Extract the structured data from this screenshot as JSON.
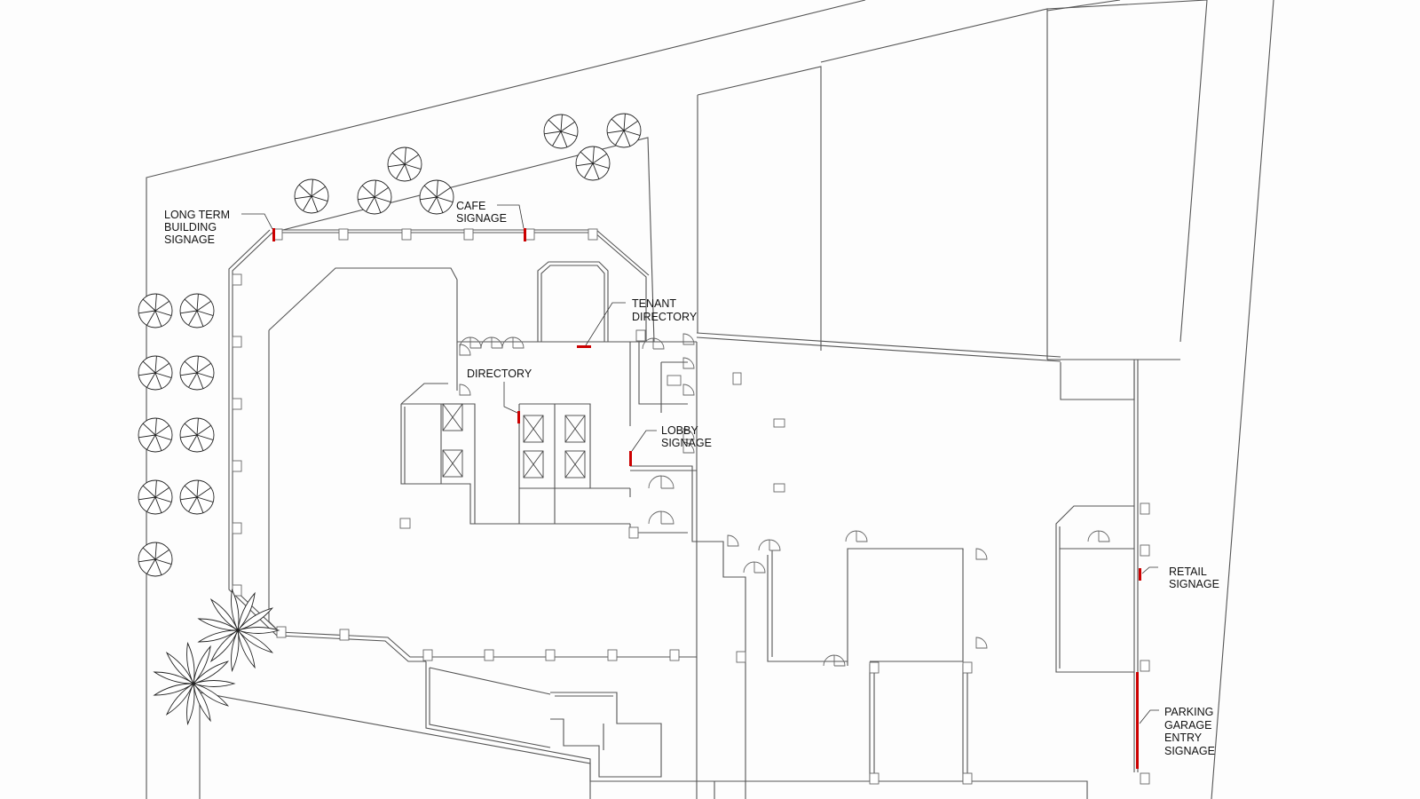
{
  "accent_color": "#cc0000",
  "icons": [
    "tree-icon",
    "palm-tree-icon",
    "elevator-icon",
    "door-swing-icon",
    "signage-marker-icon"
  ],
  "labels": {
    "long_term_1": "LONG TERM",
    "long_term_2": "BUILDING",
    "long_term_3": "SIGNAGE",
    "cafe_1": "CAFE",
    "cafe_2": "SIGNAGE",
    "tenant_1": "TENANT",
    "tenant_2": "DIRECTORY",
    "directory_1": "DIRECTORY",
    "lobby_1": "LOBBY",
    "lobby_2": "SIGNAGE",
    "retail_1": "RETAIL",
    "retail_2": "SIGNAGE",
    "parking_1": "PARKING",
    "parking_2": "GARAGE",
    "parking_3": "ENTRY",
    "parking_4": "SIGNAGE"
  }
}
